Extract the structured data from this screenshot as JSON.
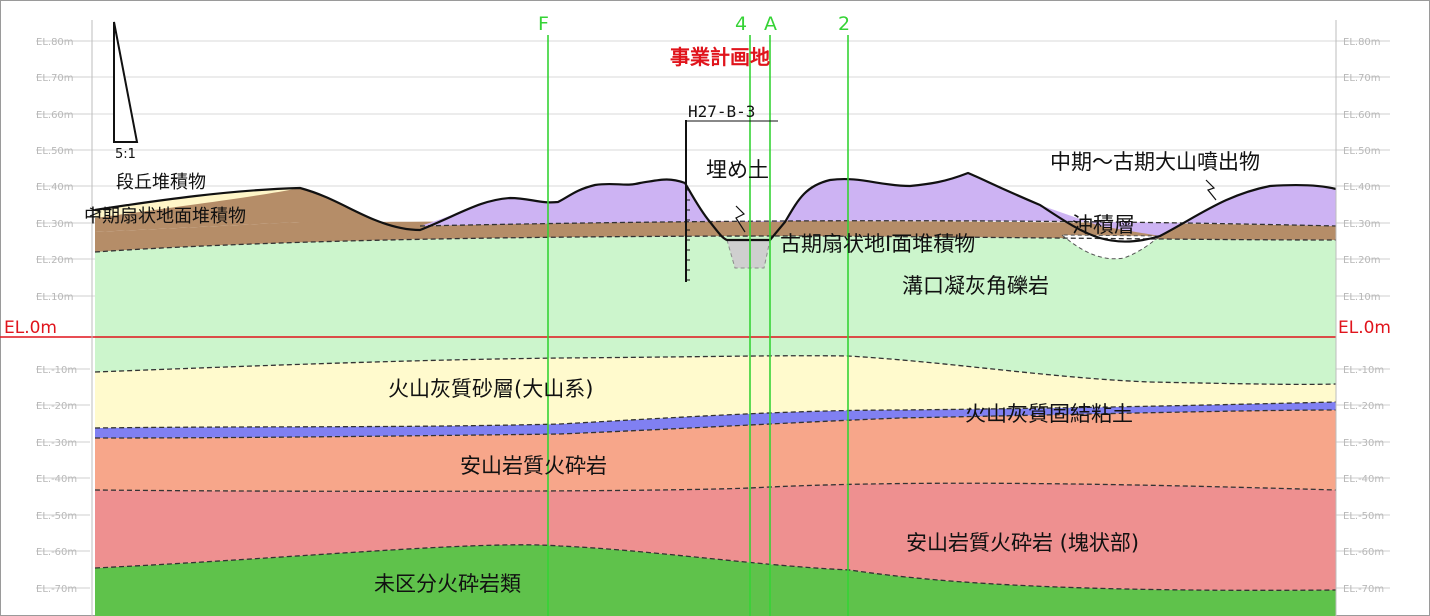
{
  "elevation_axis": {
    "left_labels": [
      "EL.80m",
      "EL.70m",
      "EL.60m",
      "EL.50m",
      "EL.40m",
      "EL.30m",
      "EL.20m",
      "EL.10m",
      "EL.0m",
      "EL.-10m",
      "EL.-20m",
      "EL.-30m",
      "EL.-40m",
      "EL.-50m",
      "EL.-60m",
      "EL.-70m"
    ],
    "right_labels": [
      "EL.80m",
      "EL.70m",
      "EL.60m",
      "EL.50m",
      "EL.40m",
      "EL.30m",
      "EL.20m",
      "EL.10m",
      "EL.0m",
      "EL.-10m",
      "EL.-20m",
      "EL.-30m",
      "EL.-40m",
      "EL.-50m",
      "EL.-60m",
      "EL.-70m"
    ],
    "sea_level_label": "EL.0m",
    "sea_level_color": "#e0141c",
    "grid_color": "#d9d9d9"
  },
  "section_lines": [
    {
      "label": "F"
    },
    {
      "label": "4"
    },
    {
      "label": "A"
    },
    {
      "label": "2"
    }
  ],
  "section_line_color": "#35d335",
  "site": {
    "label": "事業計画地"
  },
  "borehole": {
    "label": "H27-B-3"
  },
  "scale": {
    "label": "5:1"
  },
  "layers": [
    {
      "name": "段丘堆積物",
      "color": "#fff6c8"
    },
    {
      "name": "中期扇状地面堆積物",
      "color": "#b58d68"
    },
    {
      "name": "埋め土",
      "color": "#cfcfcf"
    },
    {
      "name": "中期～古期大山噴出物",
      "color": "#cdb3f3"
    },
    {
      "name": "古期扇状地Ⅰ面堆積物",
      "color": "#b58d68"
    },
    {
      "name": "沖積層",
      "color": "#ffffff"
    },
    {
      "name": "溝口凝灰角礫岩",
      "color": "#ccf5cc"
    },
    {
      "name": "火山灰質砂層(大山系)",
      "color": "#fffacd"
    },
    {
      "name": "火山灰質固結粘土",
      "color": "#8080f2"
    },
    {
      "name": "安山岩質火砕岩",
      "color": "#f7a68a"
    },
    {
      "name": "安山岩質火砕岩 (塊状部)",
      "color": "#ee9090"
    },
    {
      "name": "未区分火砕岩類",
      "color": "#5fc24b"
    }
  ]
}
